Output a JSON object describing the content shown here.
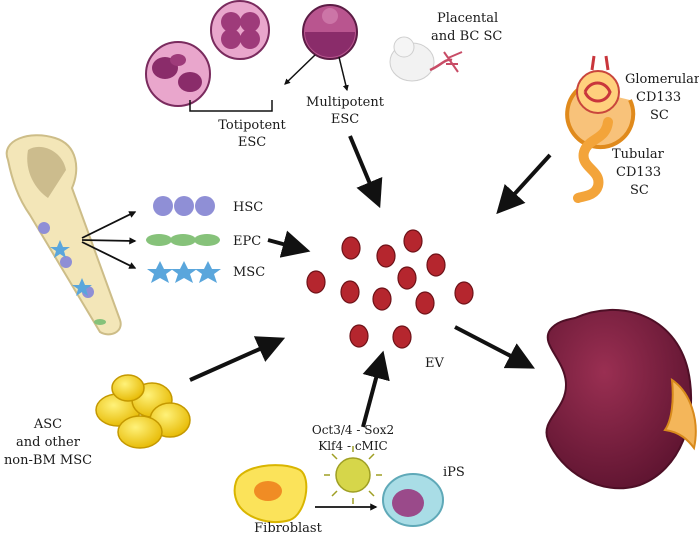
{
  "labels": {
    "totipotent_1": "Totipotent",
    "totipotent_2": "ESC",
    "multipotent_1": "Multipotent",
    "multipotent_2": "ESC",
    "placental_1": "Placental",
    "placental_2": "and BC SC",
    "glomerular_1": "Glomerular",
    "glomerular_2": "CD133",
    "glomerular_3": "SC",
    "tubular_1": "Tubular",
    "tubular_2": "CD133",
    "tubular_3": "SC",
    "hsc": "HSC",
    "epc": "EPC",
    "msc": "MSC",
    "ev": "EV",
    "asc_1": "ASC",
    "asc_2": "and other",
    "asc_3": "non-BM MSC",
    "oct_1": "Oct3/4 - Sox2",
    "oct_2": "Klf4 - cMIC",
    "ips": "iPS",
    "fibroblast": "Fibroblast"
  },
  "colors": {
    "ev": "#b5262e",
    "kidney": "#7a1f3a",
    "hsc": "#8f8fd6",
    "epc": "#86c27a",
    "msc": "#5aa6dc",
    "adipocyte": "#f5d21a",
    "bone": "#f3e6b8"
  }
}
